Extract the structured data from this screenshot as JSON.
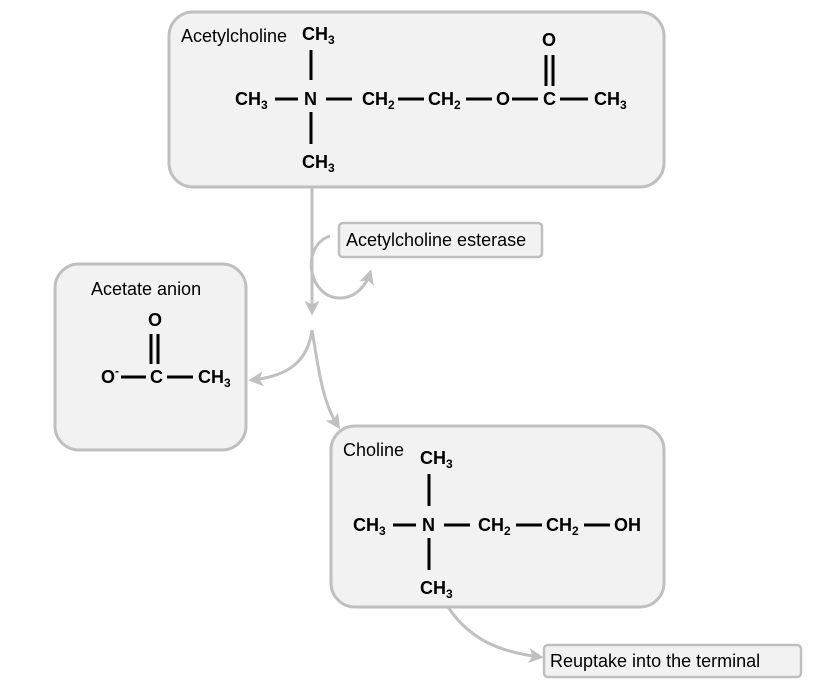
{
  "panels": {
    "acetylcholine": {
      "title": "Acetylcholine",
      "atoms": {
        "ch3_top": "CH",
        "ch3_left": "CH",
        "n": "N",
        "ch2_a": "CH",
        "ch2_b": "CH",
        "o_ester": "O",
        "c": "C",
        "ch3_right": "CH",
        "o_carbonyl": "O",
        "ch3_bottom": "CH"
      },
      "subscripts": {
        "three": "3",
        "two": "2"
      }
    },
    "acetate": {
      "title": "Acetate anion",
      "atoms": {
        "o_top": "O",
        "o_minus": "O",
        "minus": "-",
        "c": "C",
        "ch3": "CH"
      },
      "subscripts": {
        "three": "3"
      }
    },
    "choline": {
      "title": "Choline",
      "atoms": {
        "ch3_top": "CH",
        "ch3_left": "CH",
        "n": "N",
        "ch2_a": "CH",
        "ch2_b": "CH",
        "oh": "OH",
        "ch3_bottom": "CH"
      },
      "subscripts": {
        "three": "3",
        "two": "2"
      }
    }
  },
  "labels": {
    "enzyme": "Acetylcholine esterase",
    "reuptake": "Reuptake into the terminal"
  },
  "colors": {
    "panel_fill": "#f2f2f2",
    "panel_border": "#bfbfbf",
    "arrow": "#c0c0c0",
    "bond": "#000000"
  }
}
